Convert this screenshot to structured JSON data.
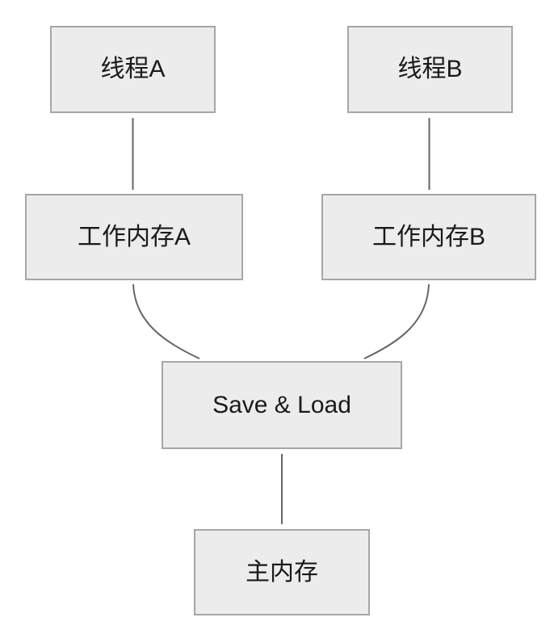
{
  "diagram": {
    "type": "flow-diagram",
    "background_color": "#ffffff",
    "node_fill_color": "#ececec",
    "node_border_color": "#a6a6a6",
    "edge_color": "#666666",
    "text_color": "#1a1a1a",
    "nodes": {
      "thread_a": {
        "label": "线程A"
      },
      "thread_b": {
        "label": "线程B"
      },
      "working_memory_a": {
        "label": "工作内存A"
      },
      "working_memory_b": {
        "label": "工作内存B"
      },
      "save_load": {
        "label": "Save & Load"
      },
      "main_memory": {
        "label": "主内存"
      }
    },
    "edges": [
      {
        "from": "thread_a",
        "to": "working_memory_a",
        "style": "straight"
      },
      {
        "from": "thread_b",
        "to": "working_memory_b",
        "style": "straight"
      },
      {
        "from": "working_memory_a",
        "to": "save_load",
        "style": "curved"
      },
      {
        "from": "working_memory_b",
        "to": "save_load",
        "style": "curved"
      },
      {
        "from": "save_load",
        "to": "main_memory",
        "style": "straight"
      }
    ]
  }
}
